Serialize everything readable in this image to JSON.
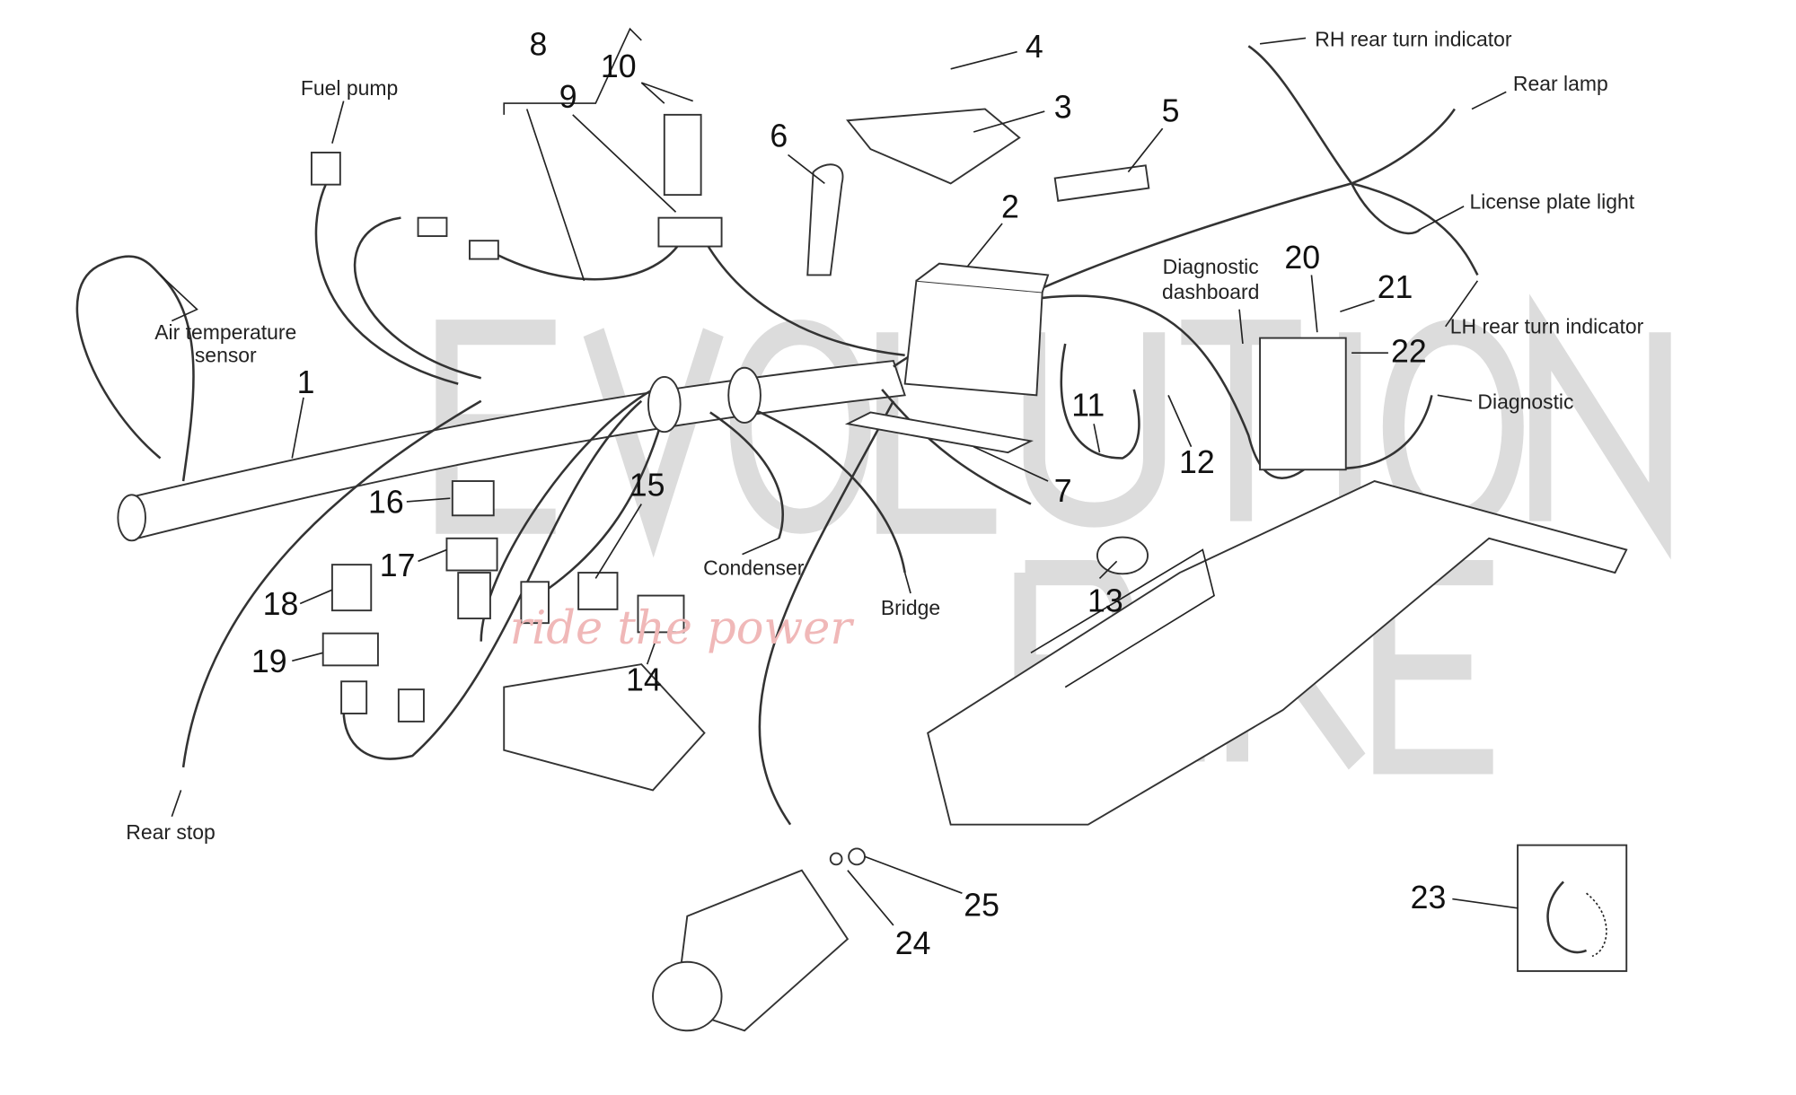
{
  "watermark": {
    "brand": "EVOLUTION BIKE",
    "slogan": "ride the power"
  },
  "callouts": {
    "n1": "1",
    "n2": "2",
    "n3": "3",
    "n4": "4",
    "n5": "5",
    "n6": "6",
    "n7": "7",
    "n8": "8",
    "n9": "9",
    "n10": "10",
    "n11": "11",
    "n12": "12",
    "n13": "13",
    "n14": "14",
    "n15": "15",
    "n16": "16",
    "n17": "17",
    "n18": "18",
    "n19": "19",
    "n20": "20",
    "n21": "21",
    "n22": "22",
    "n23": "23",
    "n24": "24",
    "n25": "25"
  },
  "labels": {
    "fuel_pump": "Fuel pump",
    "air_temp_1": "Air temperature",
    "air_temp_2": "sensor",
    "rear_stop": "Rear stop",
    "condenser": "Condenser",
    "bridge": "Bridge",
    "rh_rear_turn": "RH rear turn indicator",
    "rear_lamp": "Rear lamp",
    "license_plate": "License plate light",
    "lh_rear_turn": "LH rear turn indicator",
    "diag_dash_1": "Diagnostic",
    "diag_dash_2": "dashboard",
    "diagnostic": "Diagnostic"
  }
}
